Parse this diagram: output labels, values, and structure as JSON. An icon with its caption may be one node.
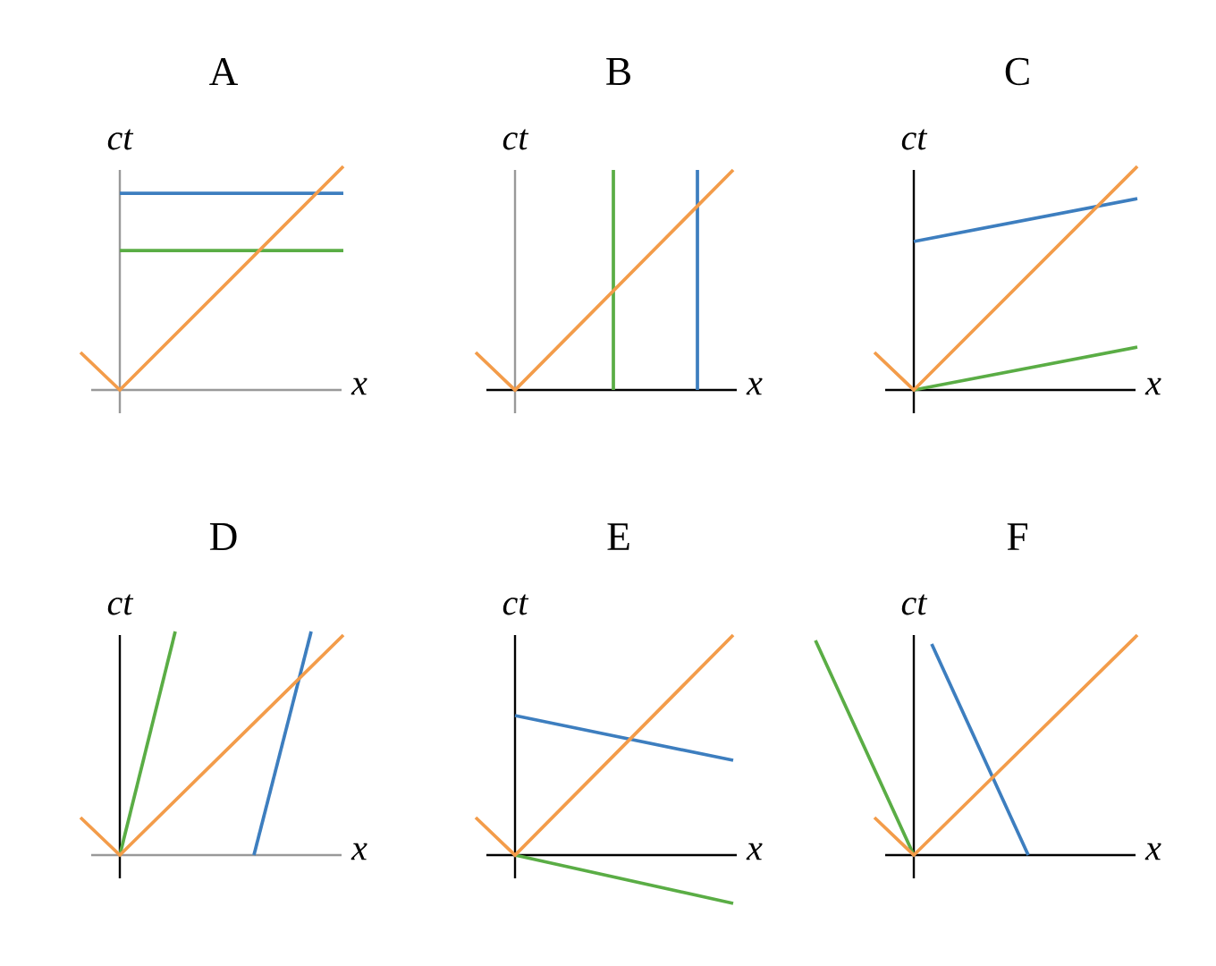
{
  "diagram": {
    "labels": [
      "A",
      "ct",
      "x",
      "B",
      "ct",
      "x",
      "C",
      "ct",
      "x",
      "D",
      "ct",
      "x",
      "E",
      "ct",
      "x",
      "F",
      "ct",
      "x"
    ]
  }
}
